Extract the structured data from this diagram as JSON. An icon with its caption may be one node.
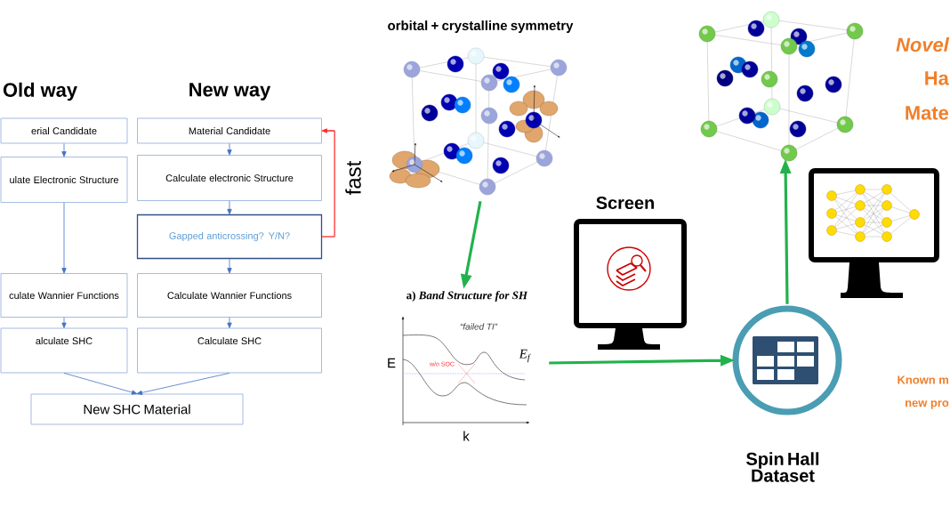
{
  "diagram": {
    "nodes": [
      {
        "text": [
          "erial Candidate"
        ]
      },
      {
        "text": [
          "ulate Electronic Structure"
        ]
      },
      {
        "text": [
          "culate Wannier Functions"
        ]
      },
      {
        "text": [
          "alculate SHC"
        ]
      },
      {
        "text": [
          "Material Candidate"
        ]
      },
      {
        "text": [
          "Calculate electronic Structure"
        ]
      },
      {
        "text": [
          "Gapped anticrossing? Y/N?"
        ]
      },
      {
        "text": [
          "Calculate Wannier Functions"
        ]
      },
      {
        "text": [
          "Calculate SHC"
        ]
      },
      {
        "text": [
          "New SHC Material"
        ]
      },
      {
        "text": [],
        "shape": "picture",
        "beside": [
          "orbital + crystalline symmetry"
        ]
      },
      {
        "text": [],
        "shape": "picture",
        "beside": [
          "a) *Band Structure for SH*"
        ]
      },
      {
        "text": [],
        "shape": "circle",
        "beside": [
          "Spin Hall Dataset"
        ]
      },
      {
        "text": [],
        "shape": "picture"
      }
    ],
    "edges": [
      {
        "from": 0,
        "to": 1,
        "arrow": "to"
      },
      {
        "from": 1,
        "to": 2,
        "arrow": "to"
      },
      {
        "from": 2,
        "to": 3,
        "arrow": "to"
      },
      {
        "from": 3,
        "to": 9,
        "arrow": "to"
      },
      {
        "from": 4,
        "to": 5,
        "arrow": "to"
      },
      {
        "from": 5,
        "to": 6,
        "arrow": "to"
      },
      {
        "from": 6,
        "to": 7,
        "arrow": "to"
      },
      {
        "from": 7,
        "to": 8,
        "arrow": "to"
      },
      {
        "from": 8,
        "to": 9,
        "arrow": "to"
      },
      {
        "from": 6,
        "to": 4,
        "arrow": "to",
        "label": "fast",
        "color": "#ff2a2a"
      },
      {
        "from": 10,
        "to": 11,
        "arrow": "to",
        "style": "thick",
        "color": "#22b24c"
      },
      {
        "from": 11,
        "to": 12,
        "arrow": "to",
        "style": "thick",
        "color": "#22b24c"
      },
      {
        "from": 12,
        "to": 13,
        "arrow": "to",
        "style": "thick",
        "color": "#22b24c"
      }
    ],
    "labels": [
      "Old way",
      "New way",
      "Novel",
      "Ha",
      "Mate",
      "“failed TI”",
      "E",
      "E$_{f}$",
      "w/o SOC",
      "k",
      "Screen",
      "Known m",
      "new pro"
    ]
  }
}
